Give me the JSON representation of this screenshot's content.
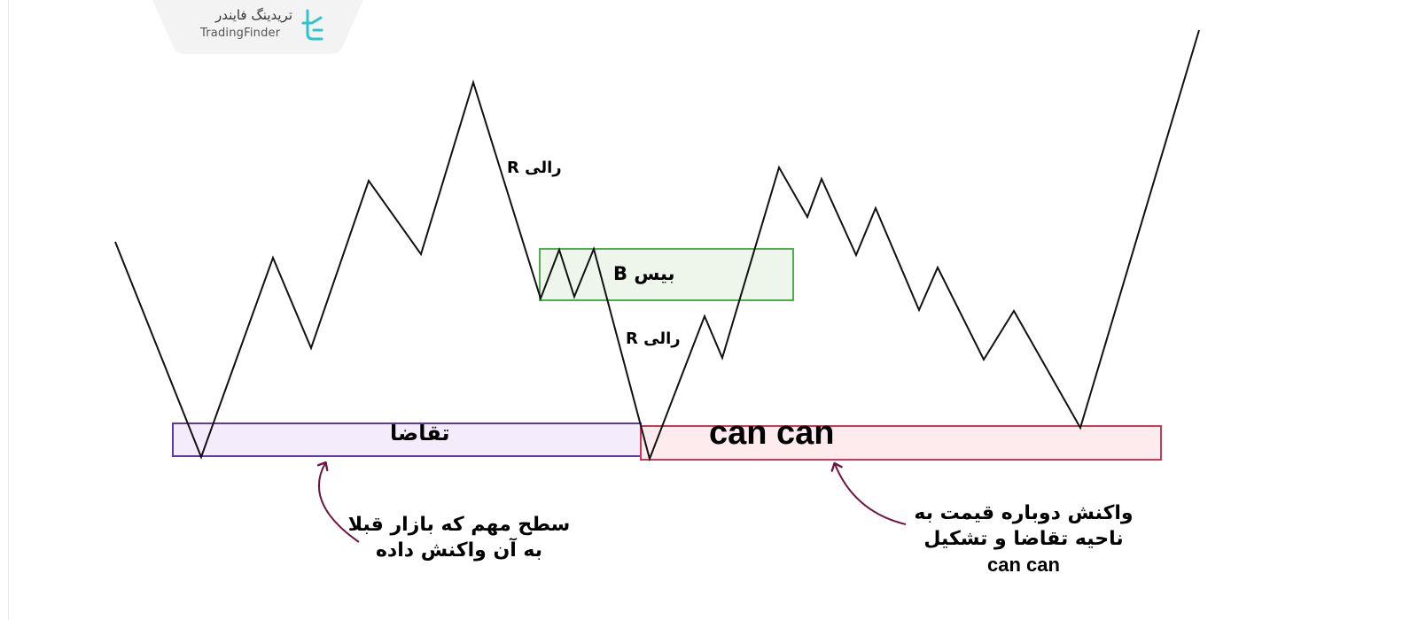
{
  "logo": {
    "text_fa": "تریدینگ فایندر",
    "text_en": "TradingFinder",
    "accent_color": "#2ec4c9",
    "icon": "tradingfinder-logo-icon"
  },
  "labels": {
    "rally_1": "رالی R",
    "rally_2": "رالی R",
    "base": "بیس B",
    "demand": "تقاضا",
    "can_can": "can can"
  },
  "notes": {
    "left": [
      "سطح مهم که بازار قبلا",
      "به آن واکنش داده"
    ],
    "right": [
      "واکنش دوباره قیمت به",
      "ناحیه تقاضا و تشکیل",
      "can can"
    ]
  },
  "zones": {
    "demand": {
      "fill": "#f4ecfa",
      "stroke": "#5b3aa8"
    },
    "can_can": {
      "fill": "#fdebee",
      "stroke": "#c93a5a"
    },
    "base": {
      "fill": "#eef6ec",
      "stroke": "#4caf50"
    }
  },
  "colors": {
    "price_line": "#111111",
    "arrow": "#6e1540"
  }
}
